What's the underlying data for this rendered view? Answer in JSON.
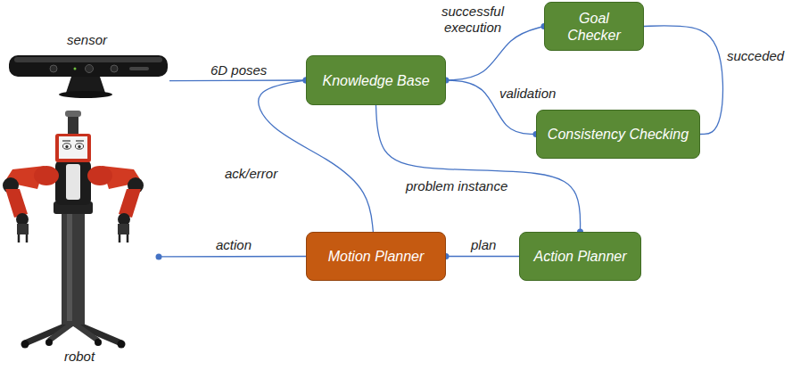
{
  "diagram": {
    "nodes": [
      {
        "text": [
          "sensor"
        ]
      },
      {
        "text": [
          "Knowledge Base"
        ]
      },
      {
        "text": [
          "Goal Checker"
        ]
      },
      {
        "text": [
          "Consistency Checking"
        ]
      },
      {
        "text": [
          "robot"
        ]
      },
      {
        "text": [
          "Motion Planner"
        ]
      },
      {
        "text": [
          "Action Planner"
        ]
      }
    ],
    "edges": [
      {
        "from": 0,
        "to": 1,
        "arrow": "none",
        "label": "6D poses"
      },
      {
        "from": 1,
        "to": 2,
        "arrow": "none",
        "label": "successful execution"
      },
      {
        "from": 1,
        "to": 3,
        "arrow": "none",
        "label": "validation"
      },
      {
        "from": 3,
        "to": 2,
        "arrow": "none",
        "label": "succeded"
      },
      {
        "from": 1,
        "to": 6,
        "arrow": "none",
        "label": "problem instance"
      },
      {
        "from": 6,
        "to": 5,
        "arrow": "none",
        "label": "plan"
      },
      {
        "from": 5,
        "to": 1,
        "arrow": "none",
        "label": "ack/error"
      },
      {
        "from": 5,
        "to": 4,
        "arrow": "none",
        "label": "action"
      }
    ]
  }
}
